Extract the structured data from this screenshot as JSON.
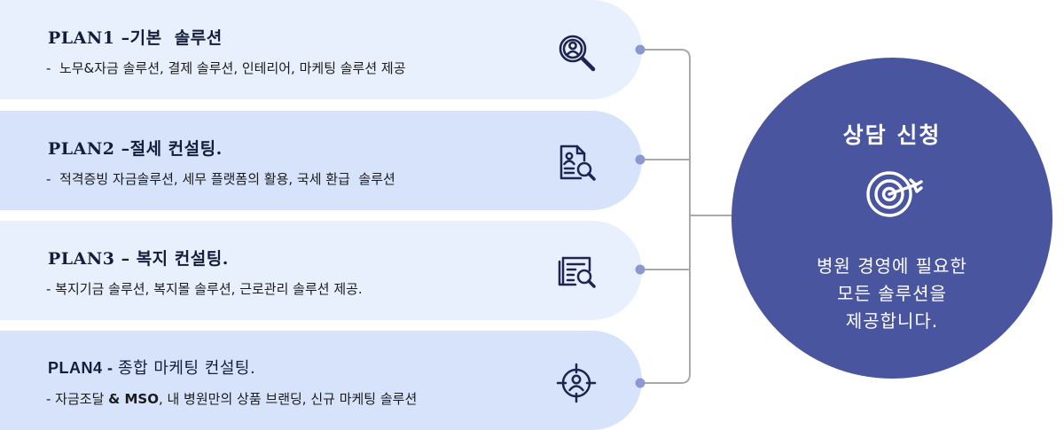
{
  "plans": [
    {
      "title": "PLAN1 –기본  솔루션",
      "description": "-  노무&자금 솔루션, 결제 솔루션, 인테리어, 마케팅 솔루션 제공",
      "icon": "search-person-icon"
    },
    {
      "title": "PLAN2 –절세 컨설팅.",
      "description": "-  적격증빙 자금솔루션, 세무 플랫폼의 활용, 국세 환급  솔루션",
      "icon": "document-search-icon"
    },
    {
      "title": "PLAN3 – 복지 컨설팅.",
      "description": "- 복지기금 솔루션, 복지몰 솔루션, 근로관리 솔루션 제공.",
      "icon": "report-search-icon"
    },
    {
      "title_strong": "PLAN4 - ",
      "title_rest": "종합 마케팅 컨설팅.",
      "description_pre": "- 자금조달 ",
      "description_mso": "& MSO",
      "description_post": ", 내 병원만의 상품 브랜딩, 신규 마케팅 솔루션",
      "icon": "target-person-icon"
    }
  ],
  "consult": {
    "title": "상담 신청",
    "icon": "bullseye-icon",
    "body": [
      "병원 경영에 필요한",
      "모든 솔루션을",
      "제공합니다."
    ]
  },
  "colors": {
    "band_light": "#e9f0fd",
    "band_mid": "#d6e3fb",
    "navy_text": "#141e3c",
    "circle": "#4a55a0",
    "connector": "#a9a9a9",
    "dot": "#8a99d0",
    "icon": "#1e2550"
  }
}
